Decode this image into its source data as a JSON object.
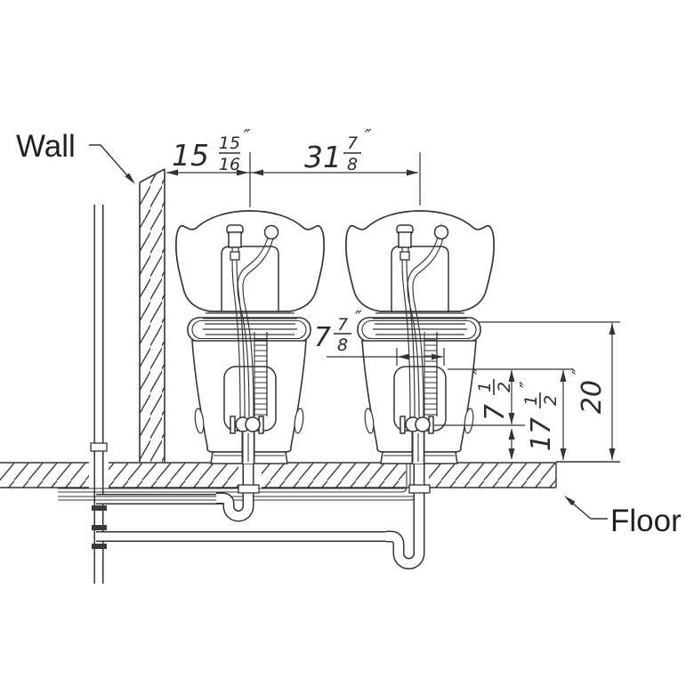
{
  "labels": {
    "wall": "Wall",
    "floor": "Floor"
  },
  "dimensions": {
    "wall_to_first_bowl_center": {
      "whole": "15",
      "numerator": "15",
      "denominator": "16",
      "unit": "″"
    },
    "bowl_center_to_center": {
      "whole": "31",
      "numerator": "7",
      "denominator": "8",
      "unit": "″"
    },
    "access_panel_width": {
      "whole": "7",
      "numerator": "7",
      "denominator": "8",
      "unit": "″"
    },
    "panel_top_to_valve": {
      "whole": "7",
      "numerator": "1",
      "denominator": "2",
      "unit": "″"
    },
    "panel_top_to_floor": {
      "whole": "17",
      "numerator": "1",
      "denominator": "2",
      "unit": "″"
    },
    "pedestal_top_to_floor": {
      "whole": "20",
      "unit": "″"
    }
  },
  "colors": {
    "line": "#333333",
    "background": "#ffffff"
  }
}
